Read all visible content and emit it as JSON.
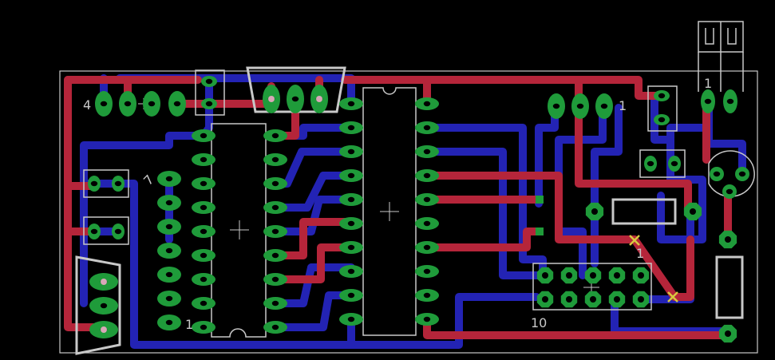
{
  "labels": {
    "connector_left_pin1": "4",
    "sip_left_pin1": "7",
    "sip_left_end": "1",
    "header_top_right_pin1": "1",
    "diode_pin1": "1",
    "idc_pin1": "1",
    "idc_pin10": "10"
  },
  "colors": {
    "background": "#000000",
    "board_outline": "#c8c8c8",
    "top_copper": "#b5253a",
    "bottom_copper": "#2323b4",
    "pad": "#1f9b3a",
    "silkscreen": "#c8c8c8"
  }
}
